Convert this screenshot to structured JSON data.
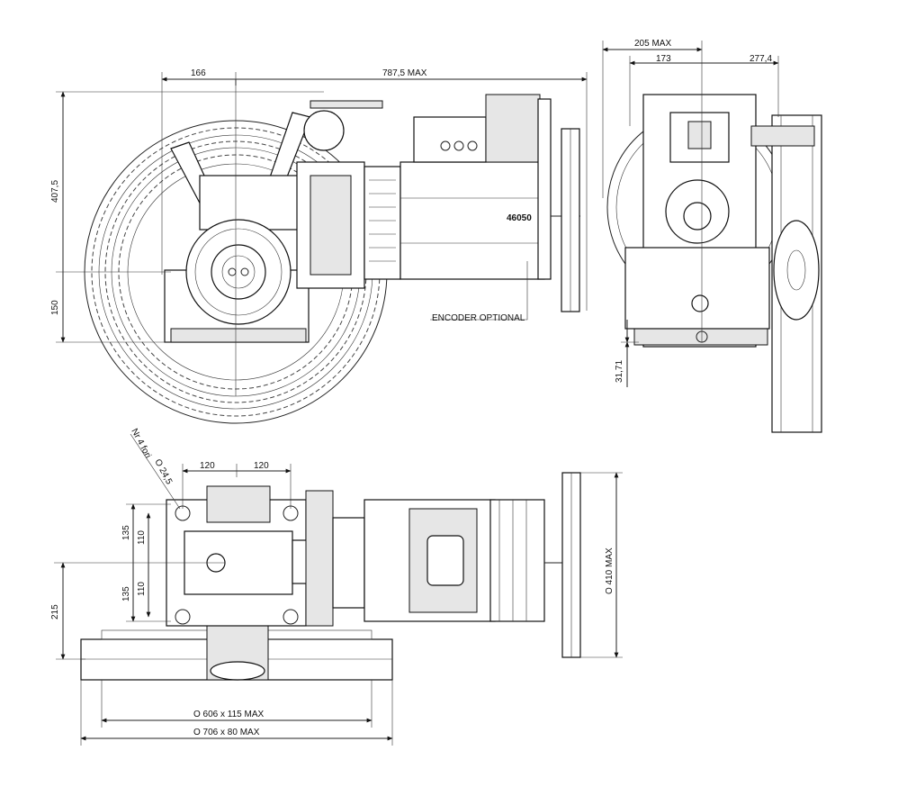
{
  "dimensions": {
    "side_width_166": "166",
    "overall_length": "787,5  MAX",
    "height_407": "407,5",
    "height_150": "150",
    "encoder": "ENCODER OPTIONAL",
    "side_code": "46050",
    "front_width": "205  MAX",
    "front_173": "173",
    "front_277": "277,4",
    "front_31": "31,71",
    "holes_note": "Nr 4 fori",
    "holes_dia": "O  24,5",
    "plan_120_left": "120",
    "plan_120_right": "120",
    "plan_135_top": "135",
    "plan_110_top": "110",
    "plan_135_bottom": "135",
    "plan_110_bottom": "110",
    "plan_215": "215",
    "handwheel_dia": "O  410  MAX",
    "sheave_606": "O  606   x 115 MAX",
    "sheave_706": "O  706   x 80 MAX"
  }
}
